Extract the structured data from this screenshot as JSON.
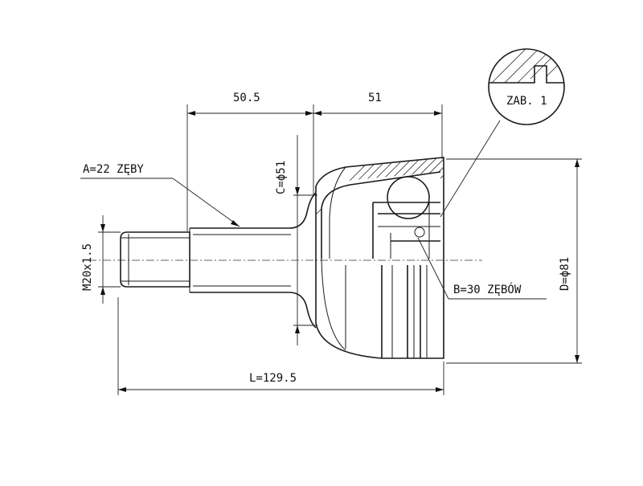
{
  "dimensions": {
    "length_left": "50.5",
    "length_right": "51",
    "total_length": "L=129.5",
    "shaft_diameter": "C=ϕ51",
    "outer_diameter": "D=ϕ81",
    "thread": "M20x1.5"
  },
  "callouts": {
    "teeth_a": "A=22 ZĘBY",
    "teeth_b": "B=30 ZĘBÓW",
    "detail": "ZAB. 1"
  }
}
